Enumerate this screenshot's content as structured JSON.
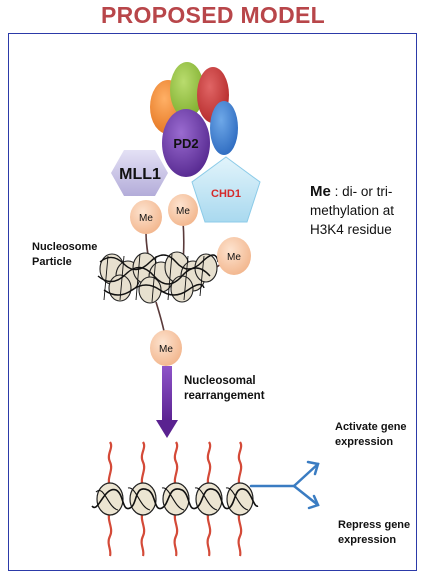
{
  "title": "PROPOSED MODEL",
  "complex": {
    "pd2": "PD2",
    "mll1": "MLL1",
    "chd1": "CHD1"
  },
  "me_label": "Me",
  "nucleosome_label": "Nucleosome Particle",
  "arrow_label": "Nucleosomal rearrangement",
  "legend": {
    "term": "Me",
    "definition": ": di- or tri-methylation at H3K4 residue"
  },
  "outcomes": {
    "activate": "Activate gene expression",
    "repress": "Repress gene expression"
  },
  "colors": {
    "title": "#b8464a",
    "frame": "#2c3aa8",
    "purple_arrow": "#6b2c9e",
    "blue_arrow": "#3a7cc2",
    "histone_tail": "#c8422e",
    "me_fill": "#f7c9a6",
    "pd2": "#6a3aa5",
    "mll1": "#c8c3e6",
    "chd1": "#c9e8f6"
  }
}
